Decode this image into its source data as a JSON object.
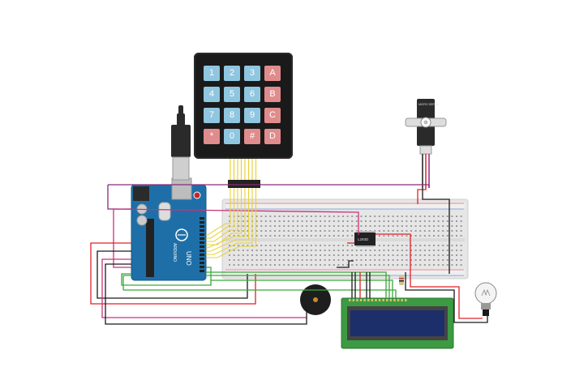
{
  "keypad": {
    "rows": [
      [
        "1",
        "2",
        "3",
        "A"
      ],
      [
        "4",
        "5",
        "6",
        "B"
      ],
      [
        "7",
        "8",
        "9",
        "C"
      ],
      [
        "*",
        "0",
        "#",
        "D"
      ]
    ]
  },
  "arduino": {
    "brand_label": "ARDUINO",
    "model_label": "UNO"
  },
  "servo": {
    "label": "MICRO SERVO"
  },
  "ic": {
    "label": "L293D"
  },
  "colors": {
    "wire_red": "#e0202a",
    "wire_black": "#1a1a1a",
    "wire_purple": "#8a2a7a",
    "wire_yellow": "#e8d23a",
    "wire_green": "#3aa83a",
    "wire_pink": "#c8327a",
    "arduino_blue": "#1e6fa8",
    "lcd_green": "#3c9a42",
    "lcd_screen": "#1c2f6b",
    "breadboard": "#e6e6e6"
  }
}
